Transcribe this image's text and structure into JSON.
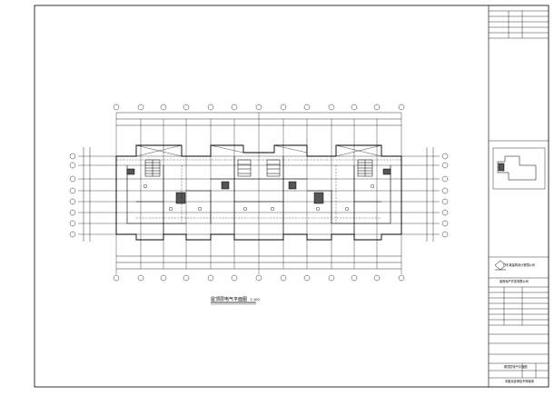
{
  "drawing": {
    "title": "屋顶层电气平面图",
    "scale": "1:100"
  },
  "title_block": {
    "company_cn": "广东某建筑设计有限公司",
    "client": "某房地产开发有限公司",
    "drawing_name": "屋顶层电气平面图",
    "footer": "本图未经审批不得使用"
  },
  "colors": {
    "line": "#000000",
    "hatch": "#555555"
  }
}
